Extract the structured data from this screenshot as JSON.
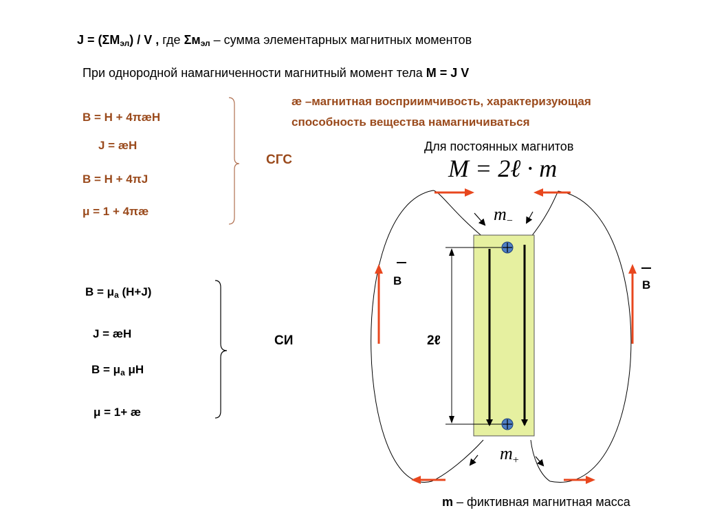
{
  "header": {
    "line1": {
      "formula": "J = (ΣM",
      "sub1": "эл",
      "formula_end": ") / V ,",
      "where": " где ",
      "sum": "Σм",
      "sub2": "эл",
      "desc": " – сумма элементарных магнитных моментов"
    },
    "line2": {
      "text": "При однородной намагниченности магнитный момент тела  ",
      "formula": "M = J V"
    }
  },
  "kappa_note": {
    "line1": "æ –магнитная восприимчивость, характеризующая",
    "line2": "способность вещества намагничиваться"
  },
  "cgs": {
    "label": "СГС",
    "equations": [
      "B = H + 4πæH",
      "J  = æH",
      "B = H + 4πJ",
      "μ = 1 + 4πæ"
    ]
  },
  "si": {
    "label": "СИ",
    "eq1": {
      "pre": "B = μ",
      "sub": "a",
      "post": " (H+J)"
    },
    "eq2": "J  = æH",
    "eq3": {
      "pre": "B = μ",
      "sub": "a",
      "post": " μH"
    },
    "eq4": "μ = 1+ æ"
  },
  "diagram": {
    "title": "Для постоянных магнитов",
    "formula": "M = 2ℓ · m",
    "m_minus": "m",
    "minus_sign": "−",
    "m_plus": "m",
    "plus_sign": "+",
    "length_label": "2ℓ",
    "field_left": "B",
    "field_right": "B",
    "footer_bold": "m",
    "footer_text": " – фиктивная магнитная масса",
    "colors": {
      "magnet_fill": "#e6f0a0",
      "arrow": "#e8471e",
      "text_brown": "#9a4a1c",
      "pole": "#4f7fc4"
    }
  }
}
